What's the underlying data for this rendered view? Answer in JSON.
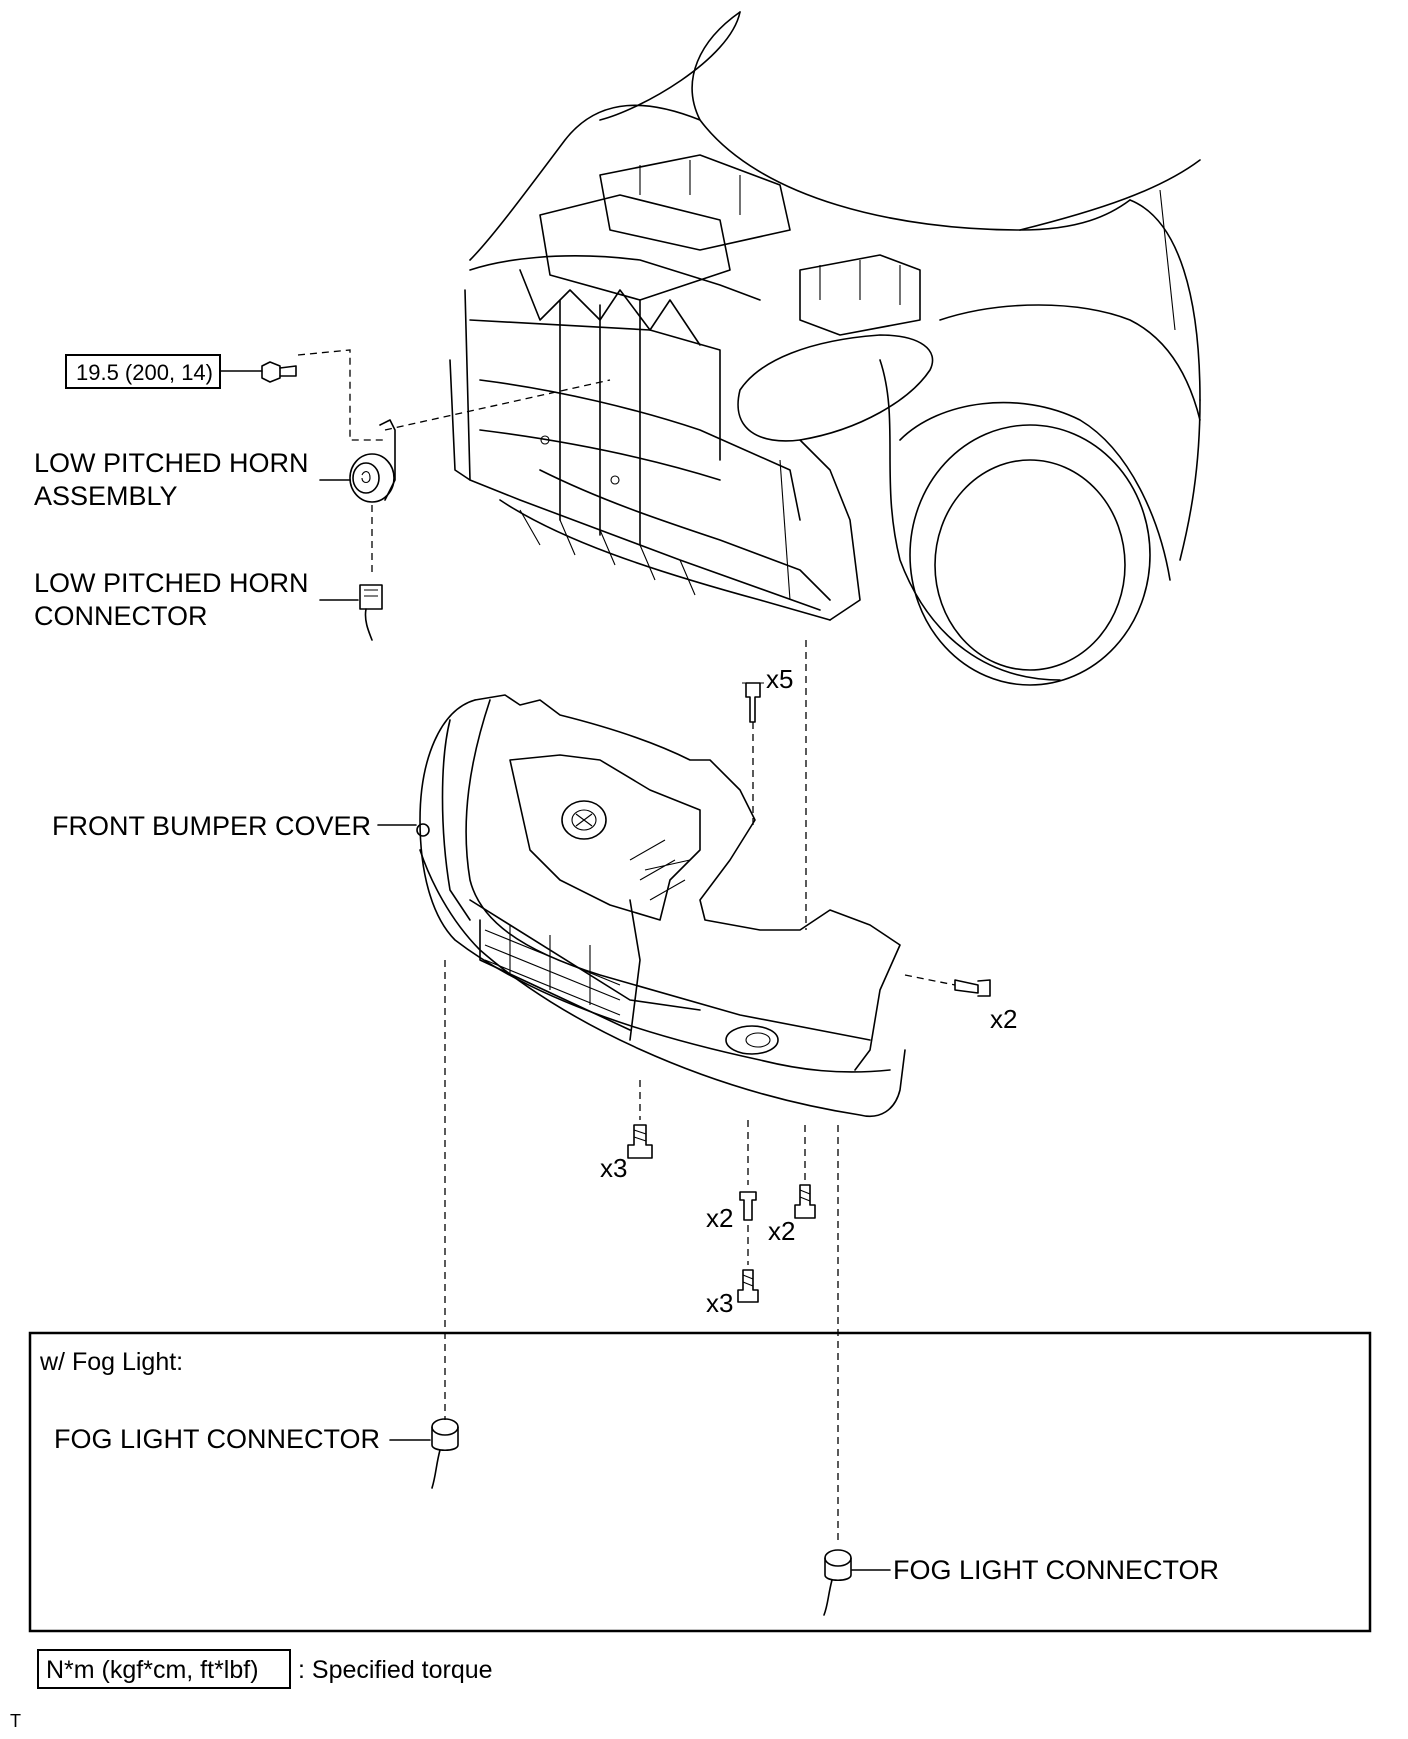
{
  "labels": {
    "torque_value": "19.5 (200, 14)",
    "horn_assembly": [
      "LOW PITCHED HORN",
      "ASSEMBLY"
    ],
    "horn_connector": [
      "LOW PITCHED HORN",
      "CONNECTOR"
    ],
    "bumper_cover": "FRONT BUMPER COVER",
    "fog_light_connector_left": "FOG LIGHT CONNECTOR",
    "fog_light_connector_right": "FOG LIGHT CONNECTOR"
  },
  "quantities": {
    "top_clips": "x5",
    "side_screws": "x2",
    "lower_left_screws": "x3",
    "center_clips": "x2",
    "right_screws": "x2",
    "bottom_screws": "x3"
  },
  "inset": {
    "title": "w/ Fog Light:"
  },
  "legend": {
    "unit_box": "N*m (kgf*cm, ft*lbf)",
    "description": ": Specified torque"
  },
  "footer_code": "T"
}
